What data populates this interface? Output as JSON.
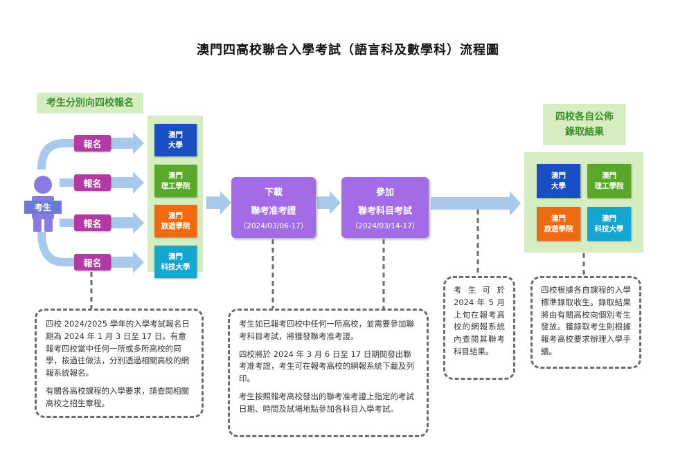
{
  "title": "澳門四高校聯合入學考試（語言科及數學科）流程圖",
  "stage1": {
    "label": "考生分別向四校報名",
    "student_label": "考生",
    "apply_label": "報名"
  },
  "universities": [
    {
      "line1": "澳門",
      "line2": "大學",
      "color": "#1a4fc4"
    },
    {
      "line1": "澳門",
      "line2": "理工學院",
      "color": "#5aa82a"
    },
    {
      "line1": "澳門",
      "line2": "旅遊學院",
      "color": "#ef6b12"
    },
    {
      "line1": "澳門",
      "line2": "科技大學",
      "color": "#14a6cf"
    }
  ],
  "step_download": {
    "line1": "下載",
    "line2": "聯考准考證",
    "line3": "（2024/03/06-17）"
  },
  "step_exam": {
    "line1": "參加",
    "line2": "聯考科目考試",
    "line3": "（2024/03/14-17）"
  },
  "stage_final": {
    "label_line1": "四校各自公佈",
    "label_line2": "錄取結果"
  },
  "notes": {
    "registration": [
      "四校 2024/2025 學年的入學考試報名日期為 2024 年 1 月 3 日至 17 日。有意報考四校當中任何一所或多所高校的同學，按過往做法，分別透過相關高校的網報系統報名。",
      "有關各高校課程的入學要求，請查閱相關高校之招生章程。"
    ],
    "exam": [
      "考生如已報考四校中任何一所高校，並需要參加聯考科目考試，將獲發聯考准考證。",
      "四校將於 2024 年 3 月 6 日至 17 日期間發出聯考准考證，考生可在報考高校的網報系統下載及列印。",
      "考生按照報考高校發出的聯考准考證上指定的考試日期、時間及試場地點參加各科目入學考試。"
    ],
    "results_check": "考生可於 2024 年 5 月上旬在報考高校的網報系統內查閱其聯考科目結果。",
    "admission": "四校根據各自課程的入學標準錄取收生。錄取結果將由有關高校向個別考生發放。獲錄取考生則根據報考高校要求辦理入學手續。"
  },
  "colors": {
    "arrow": "#a9c9ec",
    "green_panel": "#d6ecc1",
    "green_text": "#3c8f2c",
    "purple": "#a46be6",
    "magenta": "#b23aa2",
    "student": "#8b7be0"
  }
}
